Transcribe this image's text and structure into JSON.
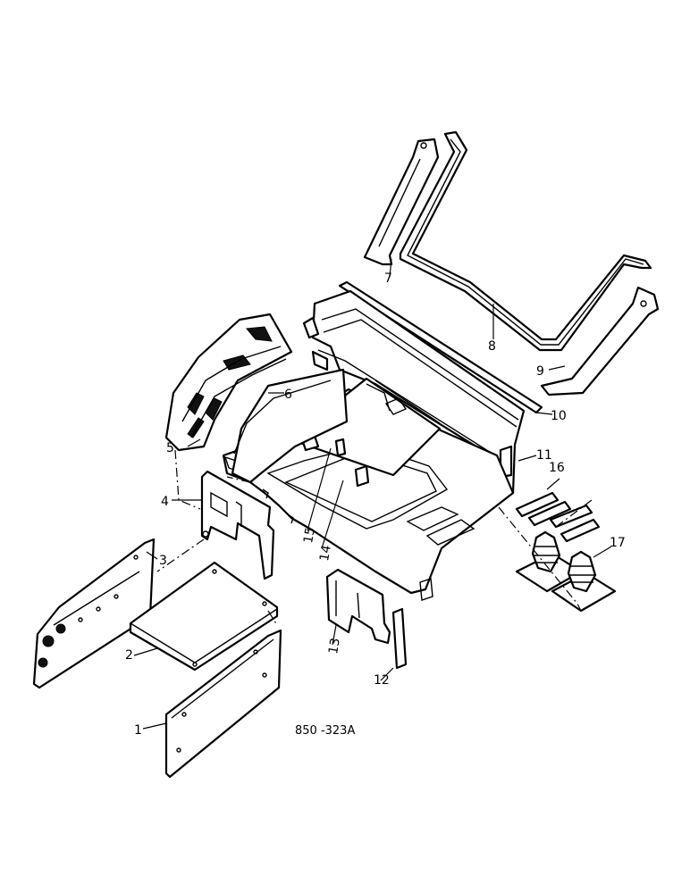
{
  "parts": [
    {
      "id": "p1",
      "number": "1"
    },
    {
      "id": "p2",
      "number": "2"
    },
    {
      "id": "p3",
      "number": "3"
    },
    {
      "id": "p4",
      "number": "4"
    },
    {
      "id": "p5",
      "number": "5"
    },
    {
      "id": "p6",
      "number": "6"
    },
    {
      "id": "p7",
      "number": "7"
    },
    {
      "id": "p8",
      "number": "8"
    },
    {
      "id": "p9",
      "number": "9"
    },
    {
      "id": "p10",
      "number": "10"
    },
    {
      "id": "p11",
      "number": "11"
    },
    {
      "id": "p12",
      "number": "12"
    },
    {
      "id": "p13",
      "number": "13"
    },
    {
      "id": "p14",
      "number": "14"
    },
    {
      "id": "p15",
      "number": "15"
    },
    {
      "id": "p16",
      "number": "16"
    },
    {
      "id": "p17",
      "number": "17"
    }
  ],
  "drawing_code": "850 -323A"
}
